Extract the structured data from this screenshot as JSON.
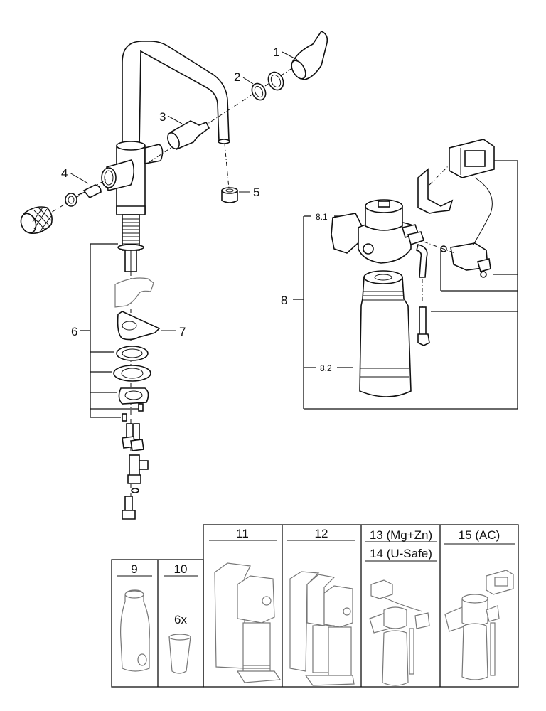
{
  "diagram": {
    "type": "exploded-parts-diagram",
    "callouts": [
      {
        "id": "1",
        "label": "1"
      },
      {
        "id": "2",
        "label": "2"
      },
      {
        "id": "3",
        "label": "3"
      },
      {
        "id": "4",
        "label": "4"
      },
      {
        "id": "5",
        "label": "5"
      },
      {
        "id": "6",
        "label": "6"
      },
      {
        "id": "7",
        "label": "7"
      },
      {
        "id": "8",
        "label": "8"
      },
      {
        "id": "8.1",
        "label": "8.1"
      },
      {
        "id": "8.2",
        "label": "8.2"
      }
    ],
    "accessory_table": {
      "columns": [
        {
          "header": "9",
          "note": ""
        },
        {
          "header": "10",
          "note": "6x"
        },
        {
          "header": "11",
          "note": ""
        },
        {
          "header": "12",
          "note": ""
        },
        {
          "header": "13 (Mg+Zn)",
          "header2": "14 (U-Safe)",
          "note": ""
        },
        {
          "header": "15 (AC)",
          "note": ""
        }
      ]
    }
  }
}
